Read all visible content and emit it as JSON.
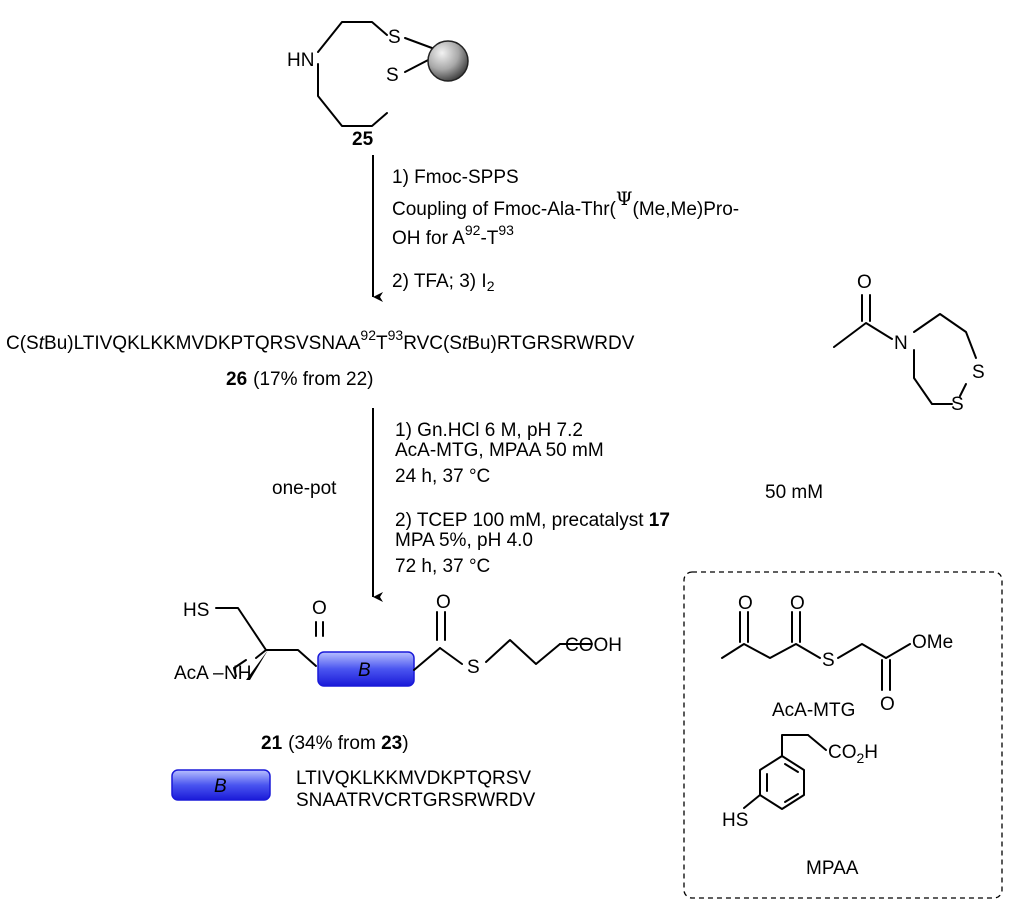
{
  "compound25": {
    "atom_hn": "HN",
    "atom_s1": "S",
    "atom_s2": "S",
    "number": "25"
  },
  "step1": {
    "line1": "1) Fmoc-SPPS",
    "line2a": "Coupling of Fmoc-Ala-Thr(",
    "line2psi": "Ψ",
    "line2b": "(Me,Me)Pro-",
    "line3a": "OH for A",
    "line3sup1": "92",
    "line3b": "-T",
    "line3sup2": "93",
    "line4a": "2) TFA; 3) I",
    "line4sub": "2"
  },
  "compound26": {
    "seq_part1": "C(S",
    "seq_tbu1": "t",
    "seq_part2": "Bu)LTIVQKLKKMVDKPTQRSVSNAA",
    "sup92": "92",
    "seq_t": "T",
    "sup93": "93",
    "seq_part3": "RVC(S",
    "seq_tbu2": "t",
    "seq_part4": "Bu)RTGRSRWRDV",
    "atom_o": "O",
    "atom_n": "N",
    "atom_s1": "S",
    "atom_s2": "S",
    "number": "26",
    "yield": "(17% from 22)"
  },
  "step2": {
    "side_label": "one-pot",
    "line1": "1) Gn.HCl 6 M, pH 7.2",
    "line2": "AcA-MTG, MPAA 50 mM",
    "line3": "24 h, 37 °C",
    "line4a": "2) TCEP 100 mM, precatalyst ",
    "line4num": "17",
    "line4b": "50 mM",
    "line5": "MPA 5%, pH 4.0",
    "line6": "72 h, 37 °C"
  },
  "compound21": {
    "atom_hs": "HS",
    "atom_o1": "O",
    "atom_aca": "AcA",
    "atom_nh": "NH",
    "block_label": "B",
    "atom_o2": "O",
    "atom_s": "S",
    "atom_cooh": "COOH",
    "number": "21",
    "yield_a": "(34% from ",
    "yield_num": "23",
    "yield_b": ")"
  },
  "legend": {
    "block_label": "B",
    "seq_line1": "LTIVQKLKKMVDKPTQRSV",
    "seq_line2": "SNAATRVCRTGRSRWRDV"
  },
  "inset": {
    "acamtg_o1": "O",
    "acamtg_o2": "O",
    "acamtg_s": "S",
    "acamtg_ome": "OMe",
    "acamtg_o3": "O",
    "acamtg_name": "AcA-MTG",
    "mpaa_co2h_a": "CO",
    "mpaa_co2h_sub": "2",
    "mpaa_co2h_b": "H",
    "mpaa_hs": "HS",
    "mpaa_name": "MPAA"
  },
  "colors": {
    "peptide_block_light": "#b8c0ff",
    "peptide_block_dark": "#1a1ad8",
    "bead_light": "#f2f2f2",
    "bead_dark": "#3a3a3a"
  }
}
